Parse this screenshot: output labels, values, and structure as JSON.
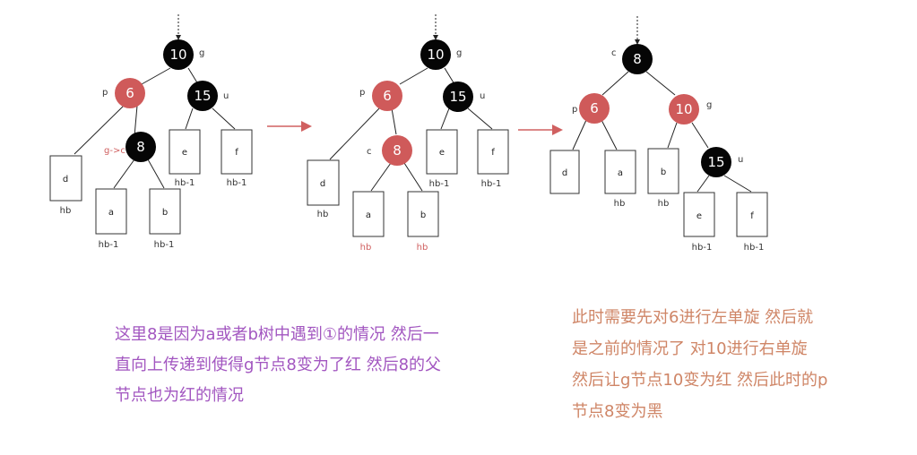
{
  "diagram1": {
    "nodes": {
      "g": "10",
      "p": "6",
      "u": "15",
      "x": "8"
    },
    "labels": {
      "g": "g",
      "p": "p",
      "u": "u",
      "x": "g->c"
    },
    "boxes": {
      "d": "d",
      "e": "e",
      "f": "f",
      "a": "a",
      "b": "b"
    },
    "subs": {
      "d": "hb",
      "e": "hb-1",
      "f": "hb-1",
      "a": "hb-1",
      "b": "hb-1"
    }
  },
  "diagram2": {
    "nodes": {
      "g": "10",
      "p": "6",
      "u": "15",
      "c": "8"
    },
    "labels": {
      "g": "g",
      "p": "p",
      "u": "u",
      "c": "c"
    },
    "boxes": {
      "d": "d",
      "e": "e",
      "f": "f",
      "a": "a",
      "b": "b"
    },
    "subs": {
      "d": "hb",
      "e": "hb-1",
      "f": "hb-1",
      "a": "hb",
      "b": "hb"
    }
  },
  "diagram3": {
    "nodes": {
      "c": "8",
      "p": "6",
      "g": "10",
      "u": "15"
    },
    "labels": {
      "c": "c",
      "p": "p",
      "g": "g",
      "u": "u"
    },
    "boxes": {
      "d": "d",
      "a": "a",
      "b": "b",
      "e": "e",
      "f": "f"
    },
    "subs": {
      "a": "hb",
      "b": "hb",
      "e": "hb-1",
      "f": "hb-1"
    }
  },
  "colors": {
    "black": "#050505",
    "red": "#cf5a5a",
    "arrow": "#d06060",
    "left_note": "#a256c0",
    "right_note": "#cf8566"
  },
  "notes": {
    "left": [
      "这里8是因为a或者b树中遇到①的情况 然后一",
      "直向上传递到使得g节点8变为了红 然后8的父",
      "节点也为红的情况"
    ],
    "right": [
      "此时需要先对6进行左单旋  然后就",
      "是之前的情况了 对10进行右单旋",
      "然后让g节点10变为红 然后此时的p",
      "节点8变为黑"
    ]
  }
}
